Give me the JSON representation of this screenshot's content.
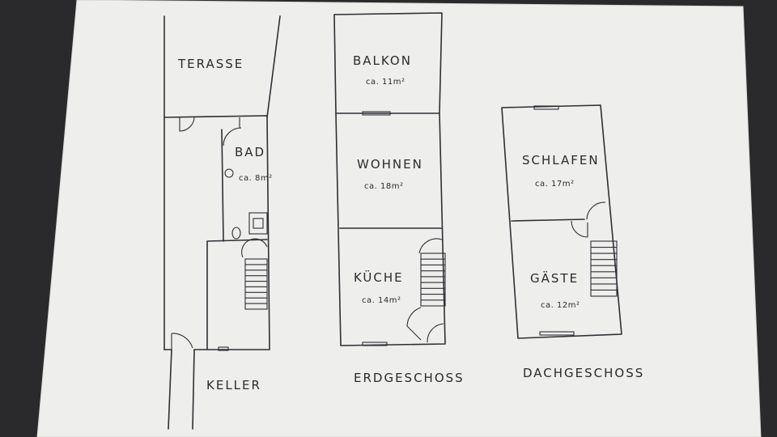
{
  "colors": {
    "paper": "#eeeeec",
    "ink": "#2f2f36",
    "background": "#2a2a2c"
  },
  "floors": [
    {
      "name": "KELLER",
      "rooms": [
        {
          "name": "TERASSE",
          "area": ""
        },
        {
          "name": "BAD",
          "area": "ca. 8m²"
        }
      ]
    },
    {
      "name": "ERDGESCHOSS",
      "rooms": [
        {
          "name": "BALKON",
          "area": "ca. 11m²"
        },
        {
          "name": "WOHNEN",
          "area": "ca. 18m²"
        },
        {
          "name": "KÜCHE",
          "area": "ca. 14m²"
        }
      ]
    },
    {
      "name": "DACHGESCHOSS",
      "rooms": [
        {
          "name": "SCHLAFEN",
          "area": "ca. 17m²"
        },
        {
          "name": "GÄSTE",
          "area": "ca. 12m²"
        }
      ]
    }
  ]
}
